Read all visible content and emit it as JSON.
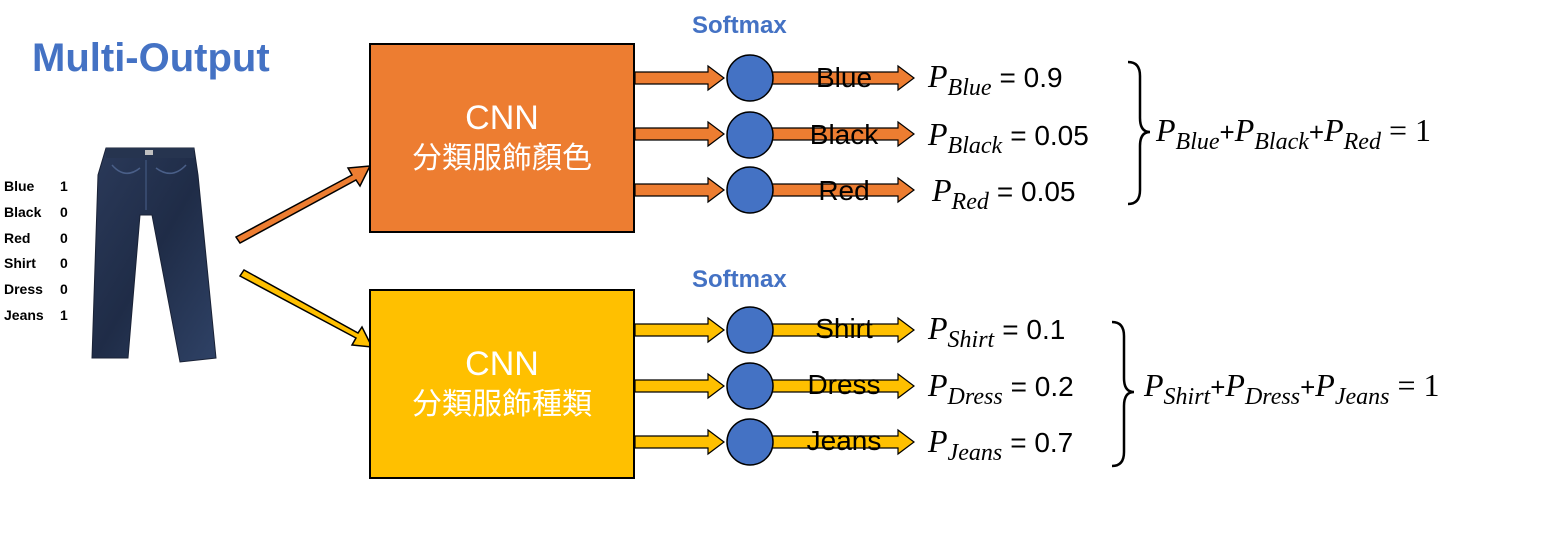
{
  "title": "Multi-Output",
  "input_labels": [
    {
      "name": "Blue",
      "value": "1"
    },
    {
      "name": "Black",
      "value": "0"
    },
    {
      "name": "Red",
      "value": "0"
    },
    {
      "name": "Shirt",
      "value": "0"
    },
    {
      "name": "Dress",
      "value": "0"
    },
    {
      "name": "Jeans",
      "value": "1"
    }
  ],
  "branches": [
    {
      "softmax": "Softmax",
      "cnn_title": "CNN",
      "cnn_subtitle": "分類服飾顏色",
      "color": "#ed7d31",
      "outputs": [
        {
          "label": "Blue",
          "sub": "Blue",
          "value": "= 0.9"
        },
        {
          "label": "Black",
          "sub": "Black",
          "value": "= 0.05"
        },
        {
          "label": "Red",
          "sub": "Red",
          "value": "= 0.05"
        }
      ],
      "sum": {
        "terms": [
          "Blue",
          "Black",
          "Red"
        ],
        "result": "= 1"
      }
    },
    {
      "softmax": "Softmax",
      "cnn_title": "CNN",
      "cnn_subtitle": "分類服飾種類",
      "color": "#ffc000",
      "outputs": [
        {
          "label": "Shirt",
          "sub": "Shirt",
          "value": "= 0.1"
        },
        {
          "label": "Dress",
          "sub": "Dress",
          "value": "= 0.2"
        },
        {
          "label": "Jeans",
          "sub": "Jeans",
          "value": "= 0.7"
        }
      ],
      "sum": {
        "terms": [
          "Shirt",
          "Dress",
          "Jeans"
        ],
        "result": "= 1"
      }
    }
  ]
}
